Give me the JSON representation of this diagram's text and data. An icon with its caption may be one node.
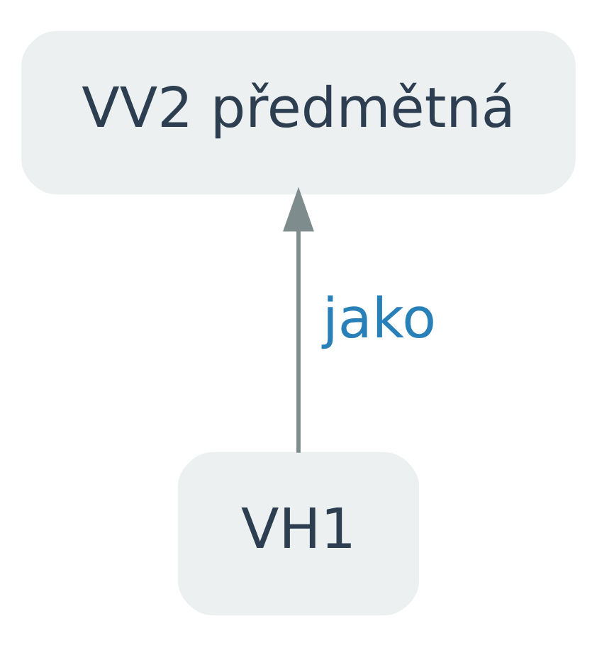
{
  "diagram": {
    "nodes": [
      {
        "text": [
          "VV2 předmětná"
        ]
      },
      {
        "text": [
          "VH1"
        ]
      }
    ],
    "edges": [
      {
        "from": 1,
        "to": 0,
        "arrow": "to",
        "label": "jako"
      }
    ]
  }
}
